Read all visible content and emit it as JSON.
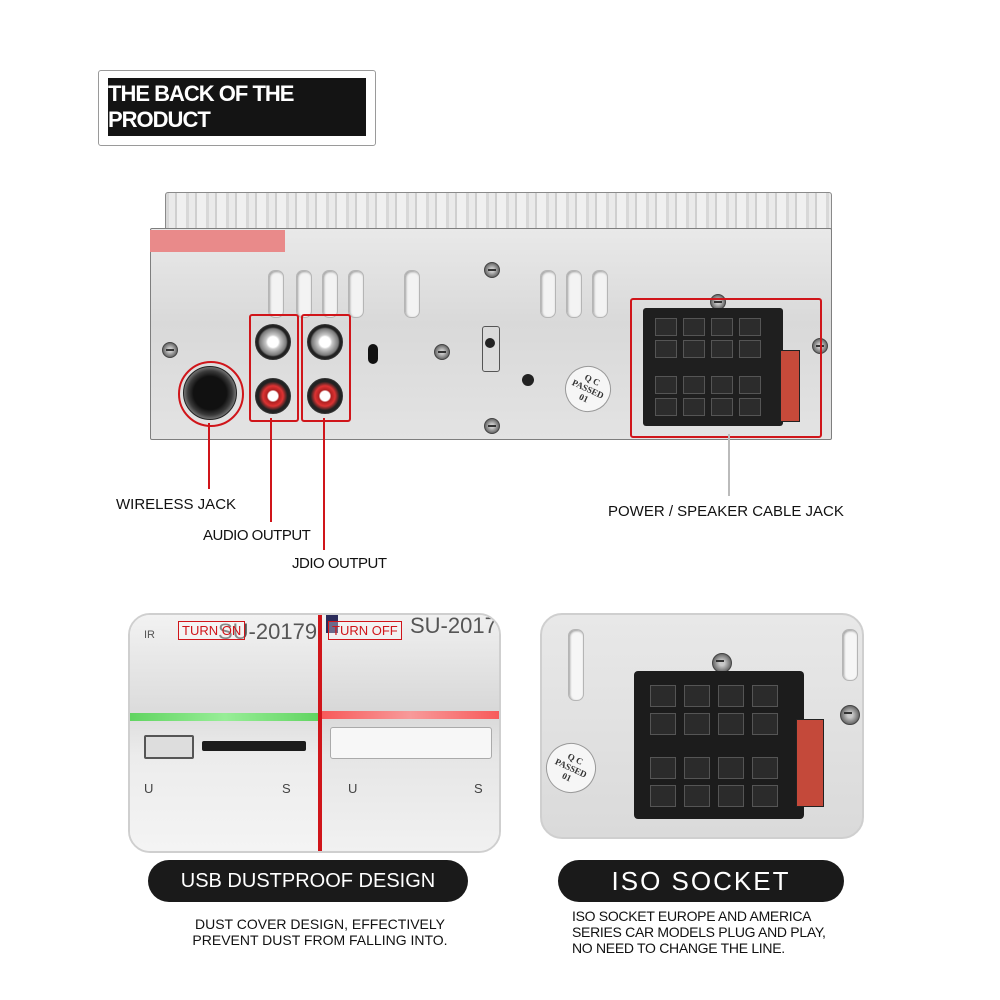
{
  "header": {
    "title": "THE BACK OF THE PRODUCT"
  },
  "callouts": {
    "wireless_jack": "WIRELESS JACK",
    "audio_output": "AUDIO OUTPUT",
    "audio_output_2": "JDIO OUTPUT",
    "power_speaker": "POWER / SPEAKER CABLE JACK"
  },
  "qc_sticker": {
    "line1": "Q C",
    "line2": "PASSED",
    "line3": "01"
  },
  "usb_panel": {
    "left_label": "IR",
    "model_left": "SU-20179",
    "model_right": "SU-2017",
    "turn_on": "TURN ON",
    "turn_off": "TURN OFF",
    "u_label": "U",
    "s_label": "S",
    "title": "USB DUSTPROOF DESIGN",
    "desc_line1": "DUST COVER DESIGN, EFFECTIVELY",
    "desc_line2": "PREVENT DUST FROM FALLING INTO."
  },
  "iso_panel": {
    "title": "ISO SOCKET",
    "desc_line1": "ISO SOCKET EUROPE AND AMERICA",
    "desc_line2": "SERIES CAR MODELS PLUG AND PLAY,",
    "desc_line3": "NO NEED TO CHANGE THE LINE."
  },
  "colors": {
    "highlight": "#d0151a",
    "pill": "#1a1a1a"
  }
}
